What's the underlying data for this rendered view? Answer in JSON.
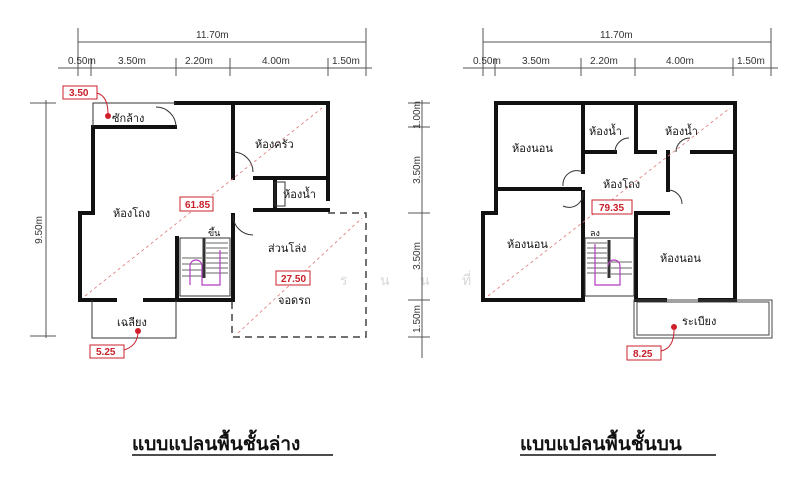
{
  "plans": [
    {
      "title": "แบบแปลนพื้นชั้นล่าง",
      "dimensions": {
        "total_width": "11.70m",
        "segments": [
          "0.50m",
          "3.50m",
          "2.20m",
          "4.00m",
          "1.50m"
        ],
        "height": "9.50m"
      },
      "rooms": [
        {
          "name": "ซักล้าง",
          "area": "3.50"
        },
        {
          "name": "ห้องครัว"
        },
        {
          "name": "ห้องน้ำ"
        },
        {
          "name": "ห้องโถง",
          "area": "61.85"
        },
        {
          "name": "ขึ้น"
        },
        {
          "name": "ส่วนโล่ง"
        },
        {
          "name": "จอดรถ",
          "area": "27.50"
        },
        {
          "name": "เฉลียง",
          "area": "5.25"
        }
      ]
    },
    {
      "title": "แบบแปลนพื้นชั้นบน",
      "dimensions": {
        "total_width": "11.70m",
        "segments": [
          "0.50m",
          "3.50m",
          "2.20m",
          "4.00m",
          "1.50m"
        ],
        "vertical_segments": [
          "1.00m",
          "3.50m",
          "3.50m",
          "1.50m"
        ]
      },
      "rooms": [
        {
          "name": "ห้องนอน"
        },
        {
          "name": "ห้องน้ำ"
        },
        {
          "name": "ห้องน้ำ"
        },
        {
          "name": "ห้องโถง",
          "area": "79.35"
        },
        {
          "name": "ห้องนอน"
        },
        {
          "name": "ลง"
        },
        {
          "name": "ห้องนอน"
        },
        {
          "name": "ระเบียง",
          "area": "8.25"
        }
      ]
    }
  ],
  "watermark": [
    "ร",
    "น",
    "น",
    "ที่"
  ],
  "colors": {
    "wall": "#111111",
    "area_label": "#c8202a",
    "stair_arrow": "#b23bbf",
    "dimension": "#555555"
  }
}
